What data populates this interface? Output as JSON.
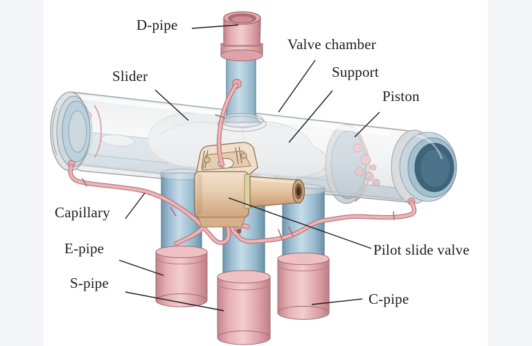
{
  "figure": {
    "type": "3d-cad-illustration",
    "subject": "four-way reversing valve assembly, labeled part diagram",
    "labels": {
      "d_pipe": "D-pipe",
      "valve_chamber": "Valve chamber",
      "slider": "Slider",
      "support": "Support",
      "piston": "Piston",
      "capillary": "Capillary",
      "e_pipe": "E-pipe",
      "s_pipe": "S-pipe",
      "pilot_slide_valve": "Pilot slide valve",
      "c_pipe": "C-pipe"
    },
    "colors": {
      "side_margin": "#f4f5f8",
      "canvas": "#ffffff",
      "copper_pink": "#eab3b7",
      "copper_pink_dark": "#b5787e",
      "steel_blue": "#a9c6d8",
      "steel_blue_dark": "#5d8096",
      "glass_gray": "#e9eaeb",
      "internal_frame_blue": "#cddce7",
      "slider_white": "#edeff0",
      "pilot_valve_tan": "#e9cfb3",
      "pilot_valve_dark": "#8a6a4f",
      "end_cap_teal": "#3f6379",
      "label_text": "#1b1b1b",
      "leader_line": "#1b1b1b"
    }
  }
}
